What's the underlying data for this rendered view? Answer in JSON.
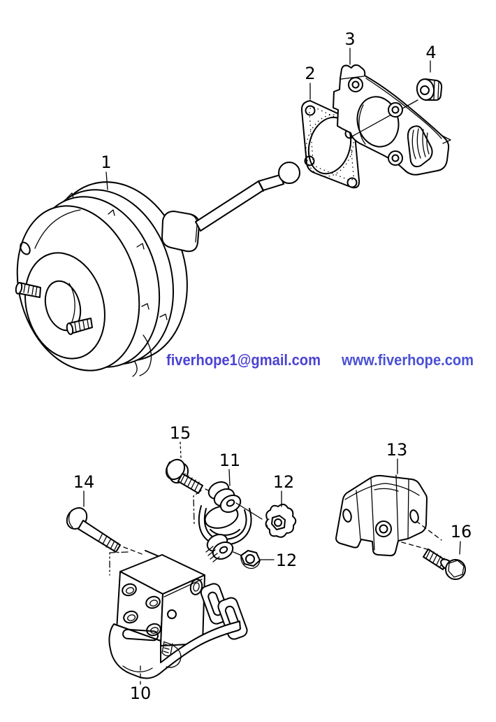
{
  "watermark": {
    "email": "fiverhope1@gmail.com",
    "website": "www.fiverhope.com",
    "email_color": "#4a42d4",
    "website_color": "#4a50d4"
  },
  "callouts": [
    {
      "num": "1"
    },
    {
      "num": "2"
    },
    {
      "num": "3"
    },
    {
      "num": "4"
    },
    {
      "num": "10"
    },
    {
      "num": "11"
    },
    {
      "num": "12"
    },
    {
      "num": "12"
    },
    {
      "num": "13"
    },
    {
      "num": "14"
    },
    {
      "num": "15"
    },
    {
      "num": "16"
    }
  ],
  "colors": {
    "line": "#000000",
    "background": "#ffffff"
  }
}
